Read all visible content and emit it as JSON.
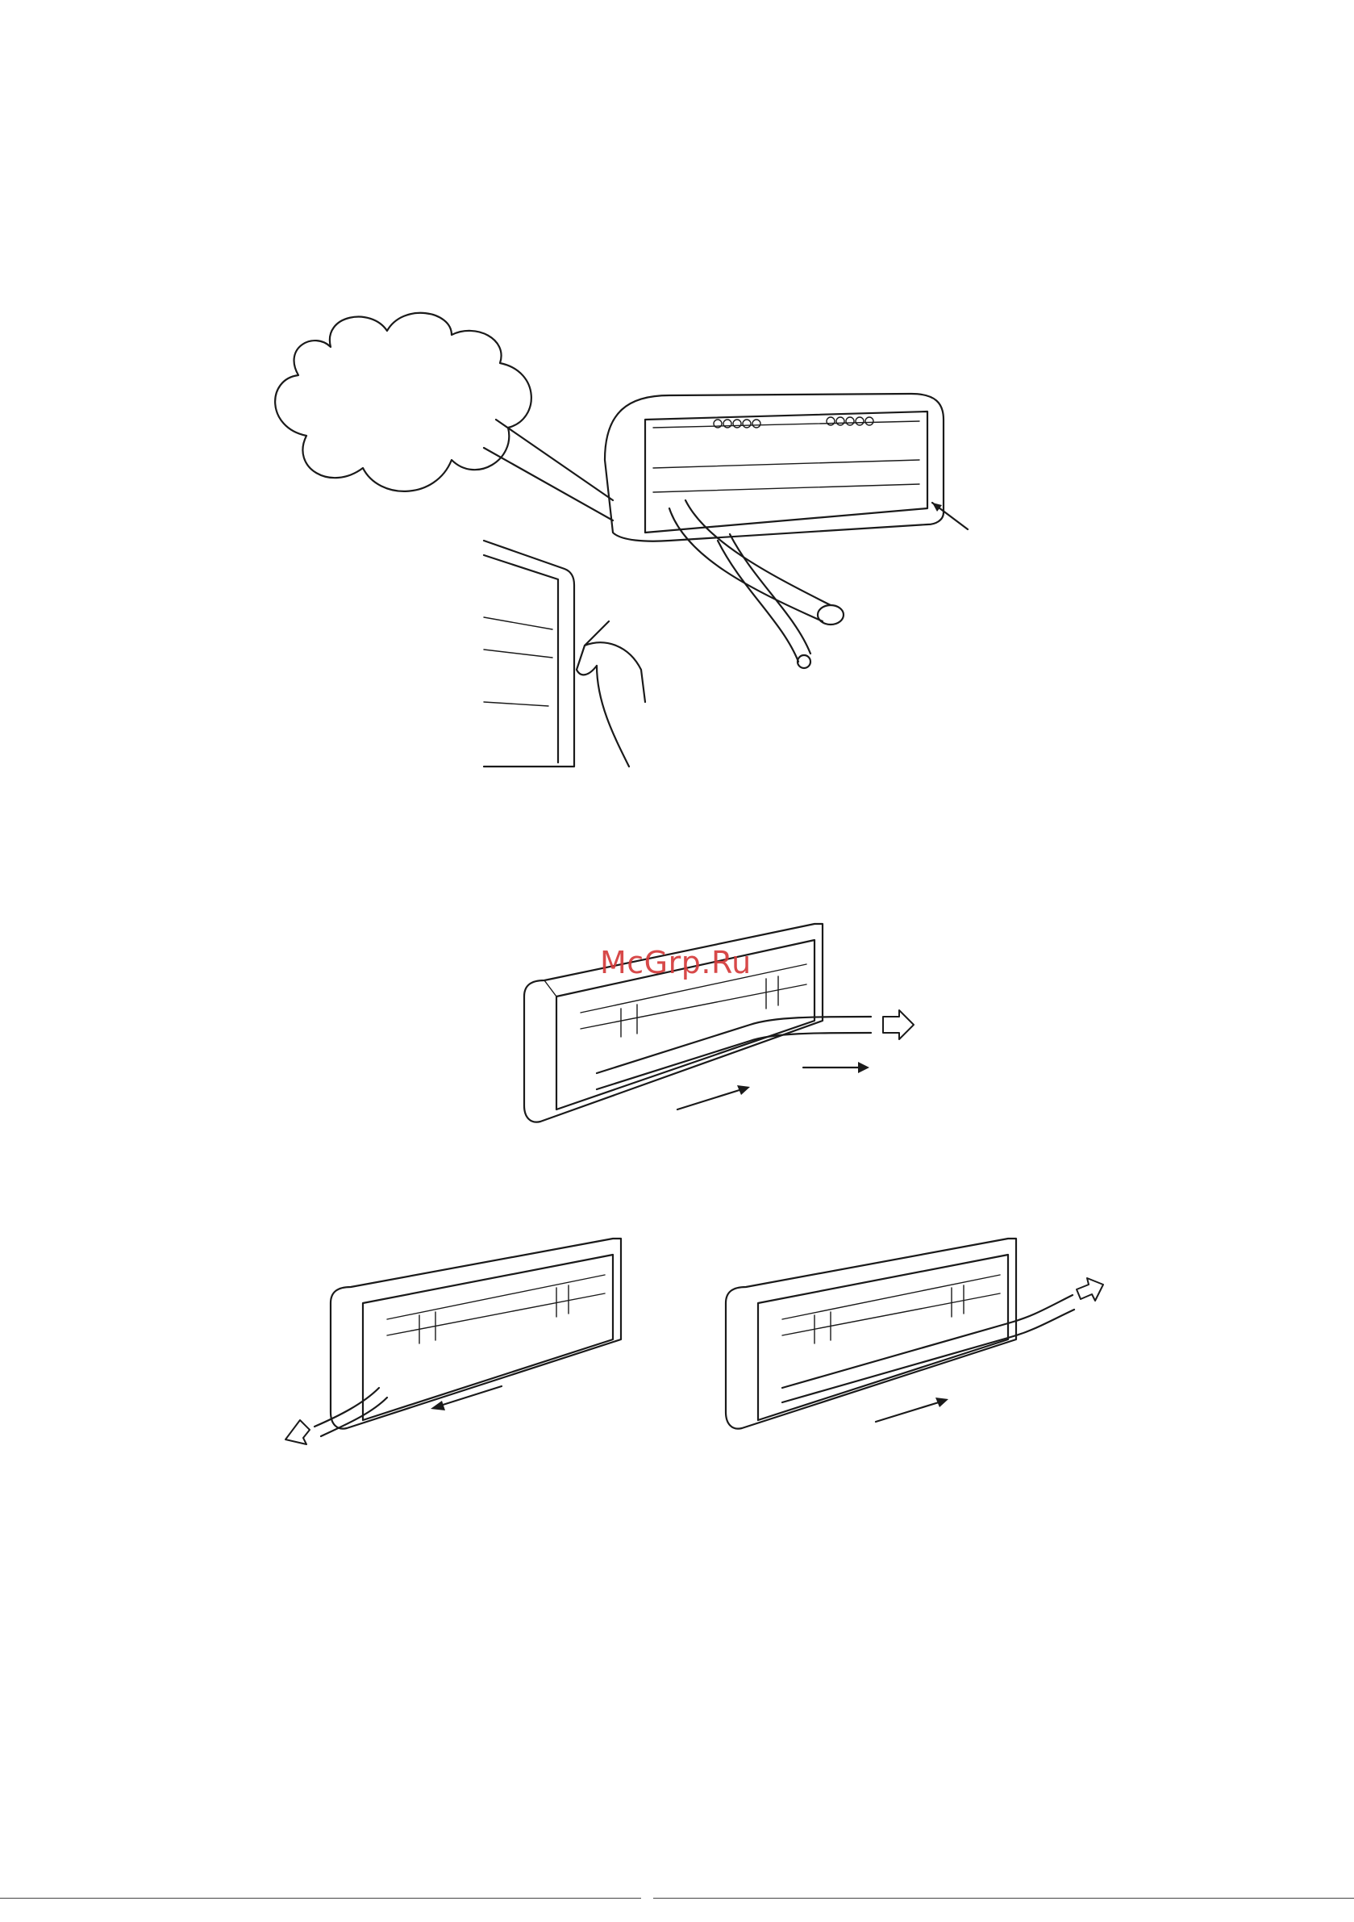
{
  "watermark": {
    "text": "McGrp.Ru",
    "color": "#d43a3a"
  },
  "figures": [
    {
      "name": "rear-view-with-callout",
      "icon": "indoor-unit-rear-illustration"
    },
    {
      "name": "piping-right-rear",
      "icon": "indoor-unit-piping-right-illustration"
    },
    {
      "name": "piping-left",
      "icon": "indoor-unit-piping-left-illustration"
    },
    {
      "name": "piping-right",
      "icon": "indoor-unit-piping-right-side-illustration"
    }
  ],
  "footer": {
    "code": ""
  }
}
